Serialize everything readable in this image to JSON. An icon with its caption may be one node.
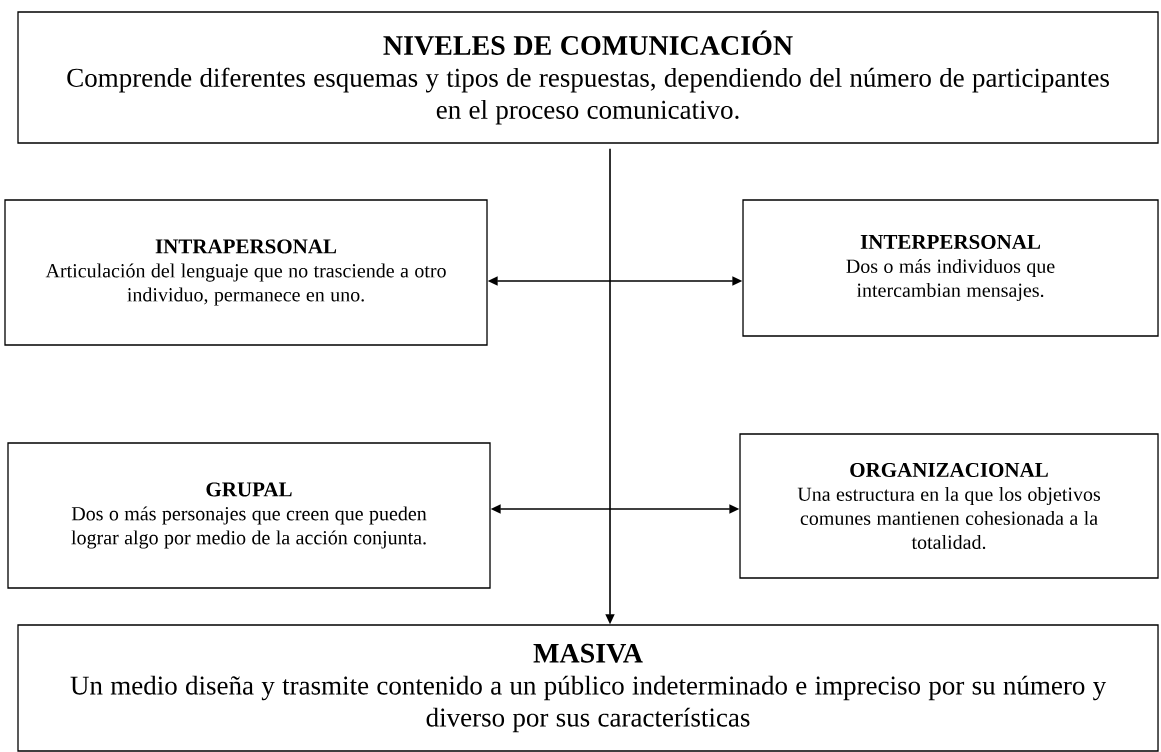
{
  "diagram": {
    "nodes": [
      {
        "text": [
          "NIVELES DE COMUNICACIÓN",
          "Comprende diferentes esquemas y tipos de respuestas, dependiendo del número de participantes en el proceso comunicativo."
        ]
      },
      {
        "text": [
          "INTRAPERSONAL",
          "Articulación del lenguaje que no trasciende a otro individuo, permanece en uno."
        ]
      },
      {
        "text": [
          "INTERPERSONAL",
          "Dos o más individuos que intercambian mensajes."
        ]
      },
      {
        "text": [
          "GRUPAL",
          "Dos o más personajes que creen que pueden lograr algo por medio de la acción conjunta."
        ]
      },
      {
        "text": [
          "ORGANIZACIONAL",
          "Una estructura en la que los objetivos comunes mantienen cohesionada a la totalidad."
        ]
      },
      {
        "text": [
          "MASIVA",
          "Un medio diseña y trasmite contenido a un público indeterminado e impreciso por su número y diverso por sus características"
        ]
      }
    ],
    "edges": [
      {
        "from": 0,
        "to": 5,
        "arrow": "to"
      },
      {
        "from": 1,
        "to": 2,
        "arrow": "both"
      },
      {
        "from": 3,
        "to": 4,
        "arrow": "both"
      }
    ]
  }
}
